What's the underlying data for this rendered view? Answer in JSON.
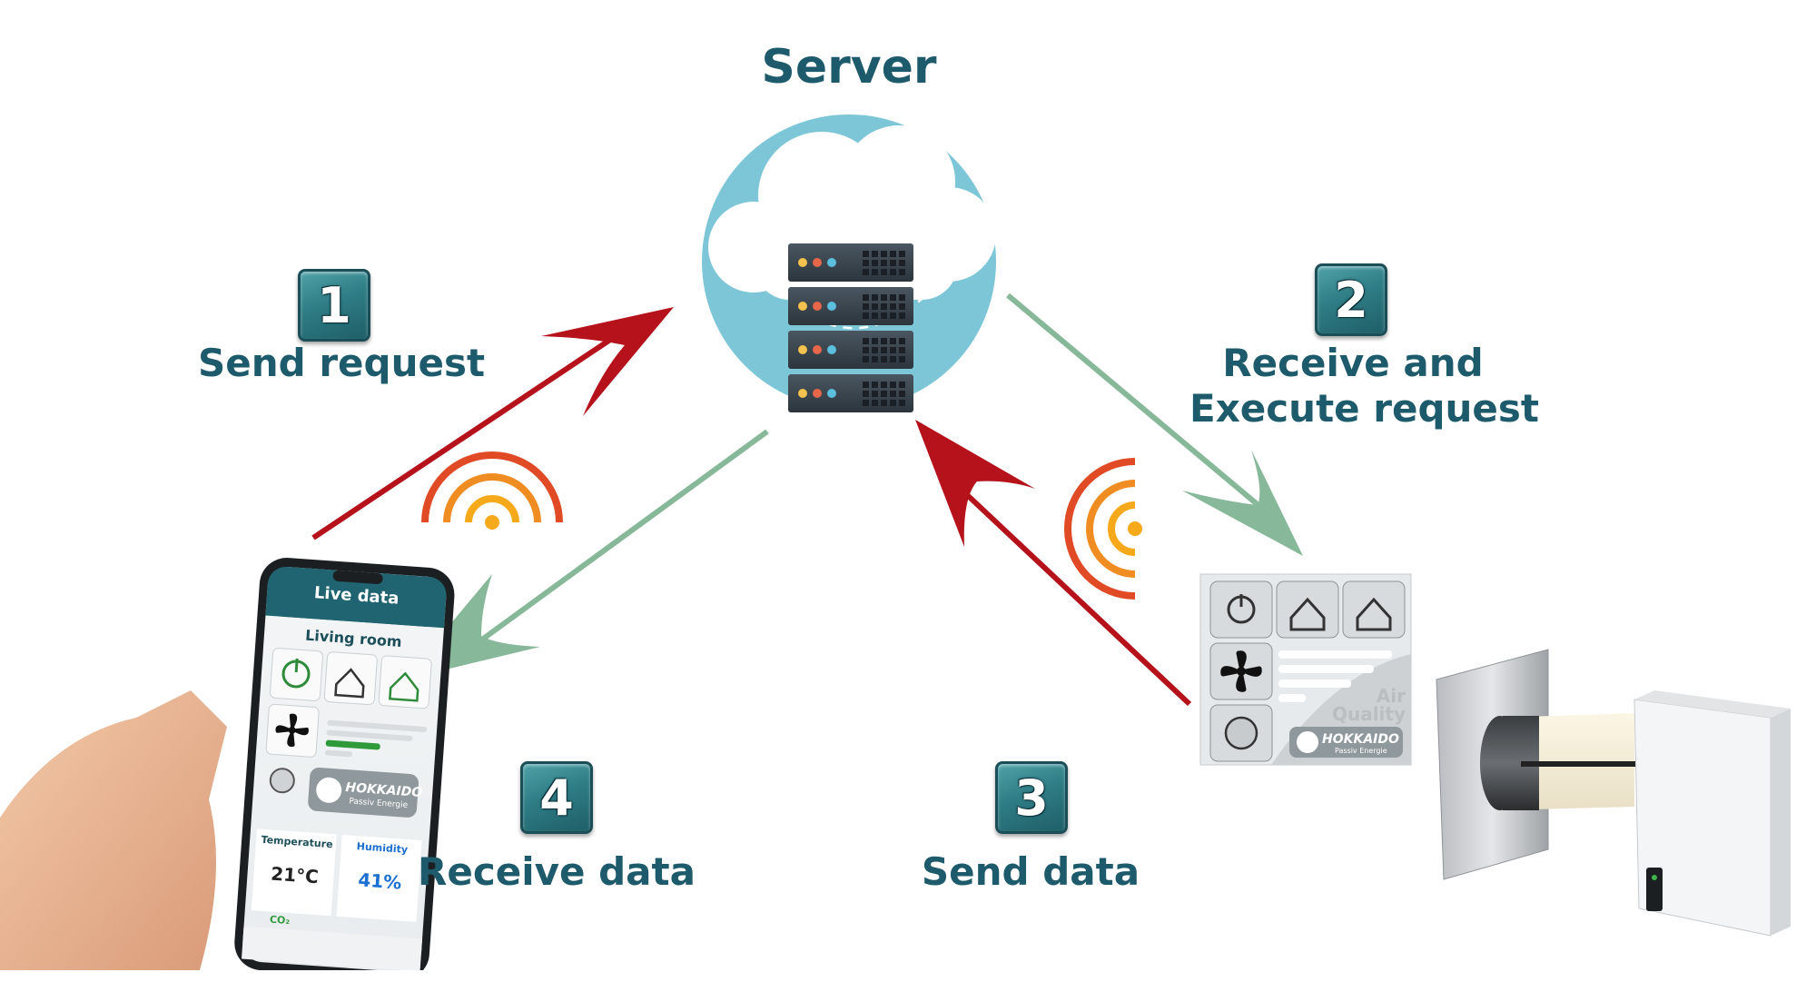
{
  "title": "Server",
  "steps": [
    {
      "number": "1",
      "label": "Send request"
    },
    {
      "number": "2",
      "label_line1": "Receive and",
      "label_line2": "Execute request"
    },
    {
      "number": "3",
      "label": "Send data"
    },
    {
      "number": "4",
      "label": "Receive data"
    }
  ],
  "phone": {
    "header_title": "Live data",
    "room": "Living room",
    "brand": "HOKKAIDO",
    "brand_sub": "Passiv Energie",
    "temperature_label": "Temperature",
    "temperature_value": "21°C",
    "humidity_label": "Humidity",
    "humidity_value": "41%",
    "co2_label": "CO₂"
  },
  "control_panel": {
    "air_quality_line1": "Air",
    "air_quality_line2": "Quality",
    "brand": "HOKKAIDO",
    "brand_sub": "Passiv Energie"
  },
  "colors": {
    "text": "#1d5a6b",
    "request_arrow": "#b5121b",
    "response_arrow": "#86b899",
    "cloud_circle": "#7dc6d8",
    "step_box": "#2f7d86"
  },
  "icons": [
    "cloud-server-icon",
    "wifi-signal-icon",
    "power-icon",
    "home-icon",
    "fan-icon",
    "filter-icon"
  ]
}
